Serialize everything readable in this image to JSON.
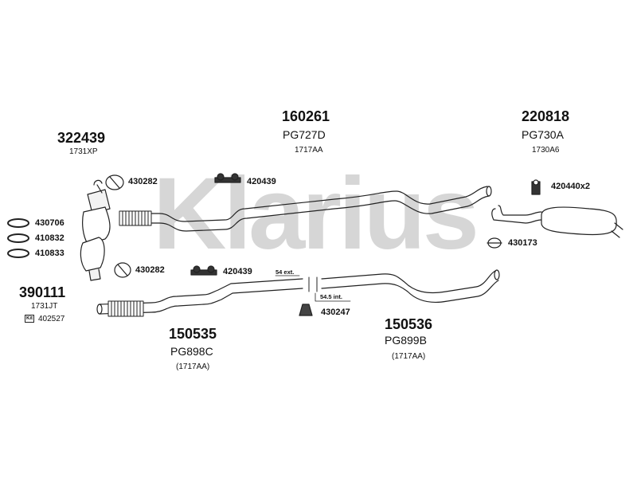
{
  "watermark": "Klarius",
  "groups": {
    "cat_top": {
      "number": "322439",
      "ref": "1731XP"
    },
    "front_pipe": {
      "number": "160261",
      "code": "PG727D",
      "ref": "1717AA"
    },
    "rear_box": {
      "number": "220818",
      "code": "PG730A",
      "ref": "1730A6"
    },
    "cat_lower": {
      "number": "390111",
      "ref": "1731JT",
      "kit_badge": "Kit",
      "kit": "402527"
    },
    "pipe_a": {
      "number": "150535",
      "code": "PG898C",
      "ref": "(1717AA)"
    },
    "pipe_b": {
      "number": "150536",
      "code": "PG899B",
      "ref": "(1717AA)"
    }
  },
  "parts": {
    "clamp_top": "430282",
    "mount_top": "420439",
    "mount_rear": "420440x2",
    "gasket_1": "430706",
    "gasket_2": "410832",
    "gasket_3": "410833",
    "clamp_mid": "430282",
    "mount_mid": "420439",
    "clamp_rear": "430173",
    "mount_mid2": "430247"
  },
  "notes": {
    "ext": "54 ext.",
    "int": "54.5 int."
  }
}
